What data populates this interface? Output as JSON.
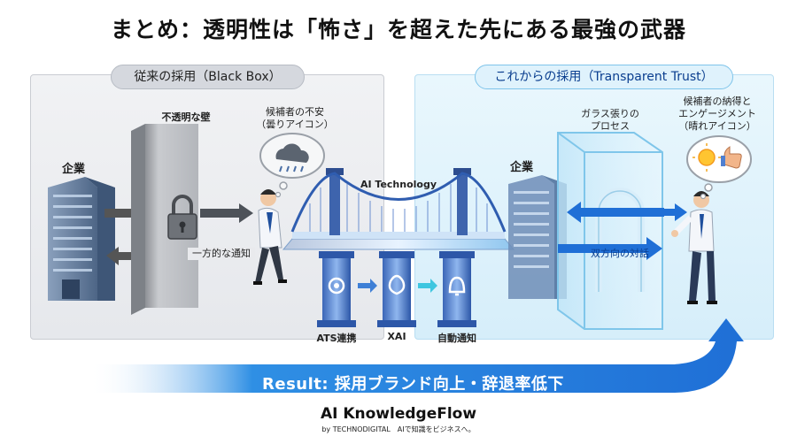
{
  "title": "まとめ：透明性は「怖さ」を超えた先にある最強の武器",
  "left_panel": {
    "header": "従来の採用（Black Box）",
    "company_label": "企業",
    "wall_label": "不透明な壁",
    "candidate_label_line1": "候補者の不安",
    "candidate_label_line2": "（曇りアイコン）",
    "notice_label": "一方的な通知"
  },
  "right_panel": {
    "header": "これからの採用（Transparent Trust）",
    "company_label": "企業",
    "glass_label_line1": "ガラス張りの",
    "glass_label_line2": "プロセス",
    "candidate_label_line1": "候補者の納得と",
    "candidate_label_line2": "エンゲージメント",
    "candidate_label_line3": "（晴れアイコン）",
    "dialogue_label": "双方向の対話"
  },
  "bridge": {
    "label": "AI Technology",
    "pillars": [
      "ATS連携",
      "XAI",
      "自動通知"
    ]
  },
  "result": "Result: 採用ブランド向上・辞退率低下",
  "brand": {
    "name": "AI KnowledgeFlow",
    "tagline": "by TECHNODIGITAL　AIで知識をビジネスへ。"
  },
  "colors": {
    "accent_blue": "#1f6fd6",
    "dark_blue": "#0a3e8f",
    "gray_panel": "#e6e8ec",
    "light_blue_panel": "#d6eefa"
  }
}
